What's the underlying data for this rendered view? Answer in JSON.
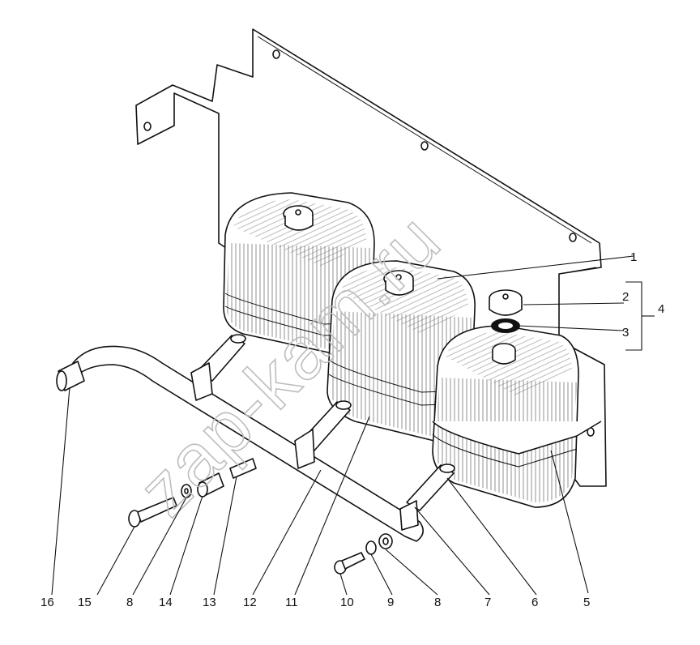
{
  "watermark": "zap-kam.ru",
  "callouts": [
    {
      "id": "c1",
      "text": "1"
    },
    {
      "id": "c2",
      "text": "2"
    },
    {
      "id": "c3",
      "text": "3"
    },
    {
      "id": "c4",
      "text": "4"
    },
    {
      "id": "c5",
      "text": "5"
    },
    {
      "id": "c6",
      "text": "6"
    },
    {
      "id": "c7",
      "text": "7"
    },
    {
      "id": "c8a",
      "text": "8"
    },
    {
      "id": "c9",
      "text": "9"
    },
    {
      "id": "c10",
      "text": "10"
    },
    {
      "id": "c11",
      "text": "11"
    },
    {
      "id": "c12",
      "text": "12"
    },
    {
      "id": "c13",
      "text": "13"
    },
    {
      "id": "c14",
      "text": "14"
    },
    {
      "id": "c8b",
      "text": "8"
    },
    {
      "id": "c15",
      "text": "15"
    },
    {
      "id": "c16",
      "text": "16"
    }
  ]
}
